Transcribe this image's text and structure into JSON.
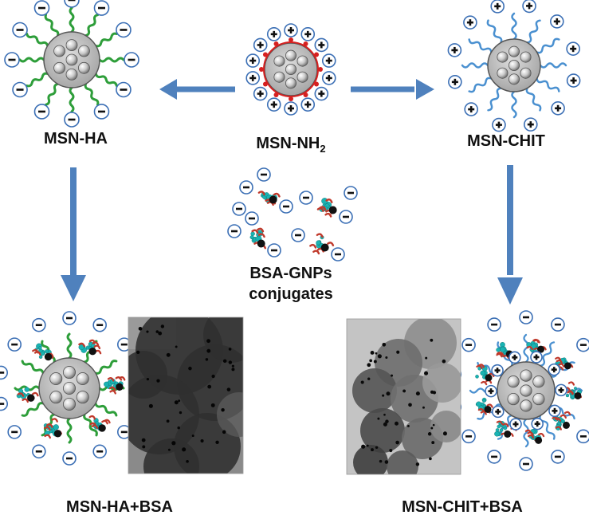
{
  "labels": {
    "msn_ha": "MSN-HA",
    "msn_nh2_base": "MSN-NH",
    "msn_nh2_sub": "2",
    "msn_chit": "MSN-CHIT",
    "bsa_line1": "BSA-GNPs",
    "bsa_line2": "conjugates",
    "msn_ha_bsa": "MSN-HA+BSA",
    "msn_chit_bsa": "MSN-CHIT+BSA"
  },
  "charges": {
    "negative": "−",
    "positive": "+"
  },
  "colors": {
    "arrow": "#4f81bd",
    "ha_chain": "#2e9e3a",
    "chit_chain": "#4a90d0",
    "amine": "#d62020",
    "charge_ring": "#3b6fb5",
    "core_gray": "#b5b5b5",
    "protein_cyan": "#19b3b3",
    "protein_red": "#c0392b",
    "gold_np": "#111111",
    "tem_dark": "#3a3a3a",
    "tem_light": "#b8b8b8"
  }
}
